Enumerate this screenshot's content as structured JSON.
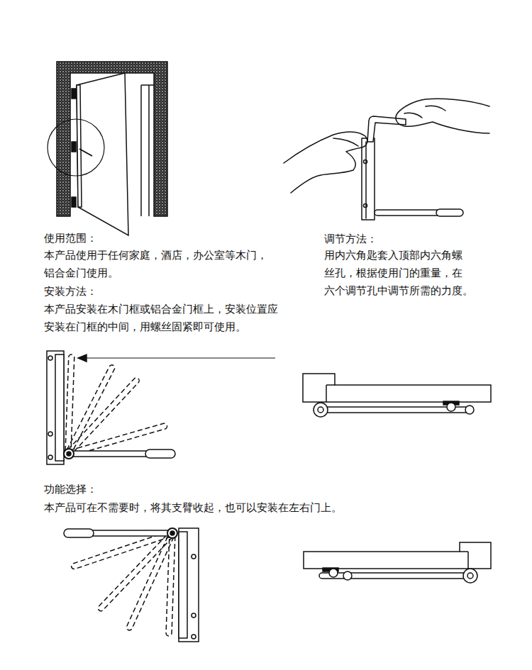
{
  "diagram": {
    "labels": [
      "使用范围：",
      "本产品使用于任何家庭，酒店，办公室等木门， 铝合金门使用。",
      "安装方法：",
      "本产品安装在木门框或铝合金门框上，安装位置应 安装在门框的中间，用螺丝固紧即可使用。",
      "调节方法：",
      "用内六角匙套入顶部内六角螺 丝孔，根据使用门的重量，在 六个调节孔中调节所需的力度。",
      "功能选择：",
      "本产品可在不需要时，将其支臂收起，也可以安装在左右门上。"
    ]
  }
}
